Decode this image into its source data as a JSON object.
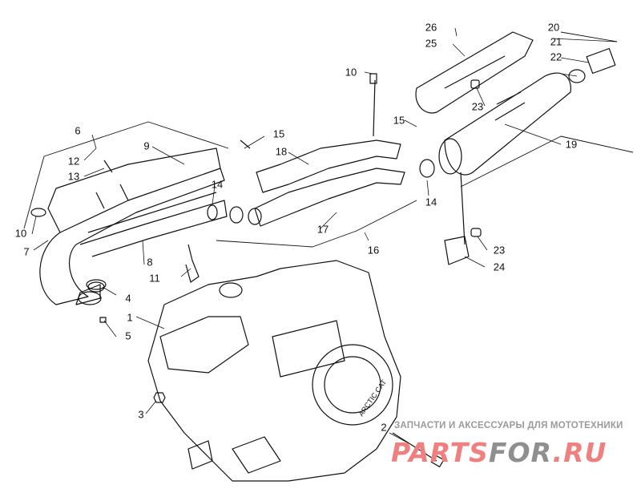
{
  "diagram": {
    "title": "Exhaust system parts diagram",
    "engine_brand_text": "ARCTIC CAT",
    "callouts": [
      "1",
      "2",
      "3",
      "4",
      "5",
      "6",
      "7",
      "8",
      "9",
      "10",
      "10",
      "11",
      "12",
      "13",
      "14",
      "14",
      "15",
      "15",
      "16",
      "17",
      "18",
      "19",
      "20",
      "21",
      "22",
      "23",
      "23",
      "24",
      "25",
      "26"
    ]
  },
  "watermark": {
    "tagline": "ЗАПЧАСТИ И АКСЕССУАРЫ ДЛЯ МОТОТЕХНИКИ",
    "logo_part1": "PARTS",
    "logo_part2": "FOR",
    "logo_part3": ".RU",
    "colors": {
      "red": "#f08080",
      "gray": "#8f8f8f"
    }
  }
}
